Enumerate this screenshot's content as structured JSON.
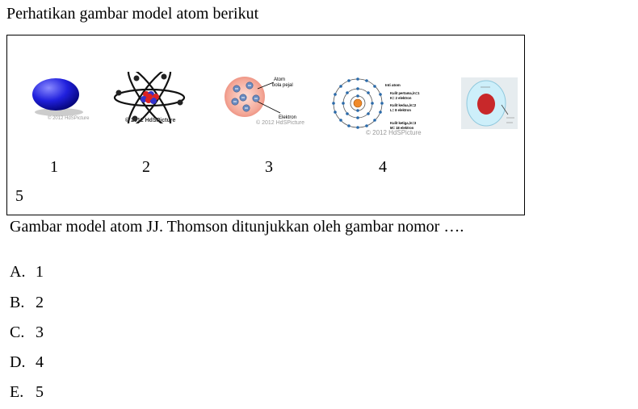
{
  "intro_text": "Perhatikan gambar model atom berikut",
  "figures": {
    "fig1": {
      "watermark": "© 2012 HdSPicture"
    },
    "fig2": {
      "watermark": "© 2012 HdSPicture"
    },
    "fig3": {
      "label_atom": "Atom",
      "label_bola": "bola pejal",
      "label_elektron": "Elektron",
      "watermark": "© 2012 HdSPicture"
    },
    "fig4": {
      "label_inti": "Inti atom",
      "label_k1a": "Kulit pertama,/n=1",
      "label_k1b": "K= 2 elektron",
      "label_k2a": "Kulit kedua,/n=2",
      "label_k2b": "L= 8 elektron",
      "label_k3a": "Kulit ketiga,/n=3",
      "label_k3b": "M= 18 elektron",
      "watermark": "© 2012 HdSPicture"
    }
  },
  "figure_numbers": [
    "1",
    "2",
    "3",
    "4",
    "5"
  ],
  "question": "Gambar model atom JJ. Thomson ditunjukkan oleh gambar nomor ….",
  "options": [
    {
      "letter": "A.",
      "value": "1"
    },
    {
      "letter": "B.",
      "value": "2"
    },
    {
      "letter": "C.",
      "value": "3"
    },
    {
      "letter": "D.",
      "value": "4"
    },
    {
      "letter": "E.",
      "value": "5"
    }
  ]
}
